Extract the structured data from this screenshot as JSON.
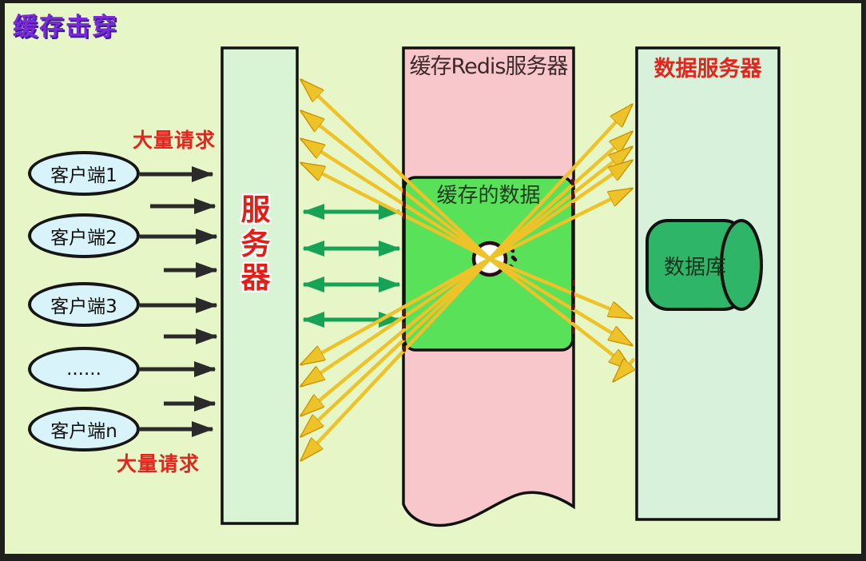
{
  "title": "缓存击穿",
  "colors": {
    "background": "#e7f6c7",
    "frame": "#1e1e1c",
    "title_purple": "#7b2bd6",
    "request_red": "#e3261d",
    "server_fill": "#d9f3d5",
    "server_label_red": "#e02018",
    "client_fill": "#d8f4fa",
    "cache_fill": "#f8c7cb",
    "cached_data_fill": "#59e159",
    "data_server_fill": "#d8f1da",
    "database_fill": "#2fb568",
    "black_arrow": "#2a2a2a",
    "green_arrow": "#17a355",
    "yellow_arrow": "#eec229"
  },
  "clients": {
    "items": [
      "客户端1",
      "客户端2",
      "客户端3",
      "......",
      "客户端n"
    ],
    "burst_label_top": "大量请求",
    "burst_label_bottom": "大量请求"
  },
  "server": {
    "label": "服务器"
  },
  "cache": {
    "title": "缓存Redis服务器",
    "data_label": "缓存的数据"
  },
  "data_server": {
    "title": "数据服务器",
    "database_label": "数据库"
  }
}
